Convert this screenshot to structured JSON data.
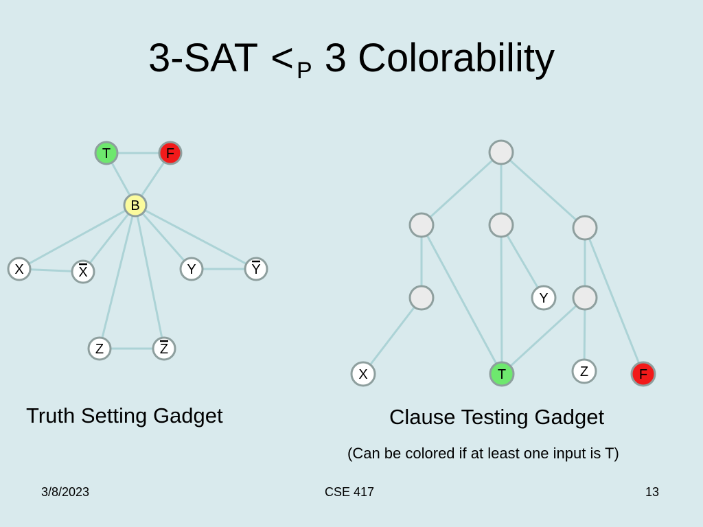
{
  "slide": {
    "title": {
      "main": "3-SAT",
      "lt": "<",
      "sub": "P",
      "rest": "3 Colorability"
    },
    "left_caption": "Truth Setting Gadget",
    "right_caption": "Clause Testing Gadget",
    "right_note": "(Can be colored if at least one input is T)",
    "footer": {
      "date": "3/8/2023",
      "course": "CSE 417",
      "page": "13"
    }
  },
  "colors": {
    "true": "#6ee86e",
    "false": "#f21a1a",
    "base": "#fbfb9e",
    "blank": "#ebebeb",
    "white": "#ffffff",
    "edge": "#acd3d6"
  },
  "truth_gadget": {
    "nodes": [
      {
        "id": "T",
        "label": "T",
        "bar": false,
        "color": "true"
      },
      {
        "id": "F",
        "label": "F",
        "bar": false,
        "color": "false"
      },
      {
        "id": "B",
        "label": "B",
        "bar": false,
        "color": "base"
      },
      {
        "id": "X",
        "label": "X",
        "bar": false,
        "color": "white"
      },
      {
        "id": "Xn",
        "label": "X",
        "bar": true,
        "color": "white"
      },
      {
        "id": "Y",
        "label": "Y",
        "bar": false,
        "color": "white"
      },
      {
        "id": "Yn",
        "label": "Y",
        "bar": true,
        "color": "white"
      },
      {
        "id": "Z",
        "label": "Z",
        "bar": false,
        "color": "white"
      },
      {
        "id": "Zn",
        "label": "Z",
        "bar": true,
        "color": "white"
      }
    ],
    "edges": [
      [
        "T",
        "F"
      ],
      [
        "T",
        "B"
      ],
      [
        "F",
        "B"
      ],
      [
        "B",
        "X"
      ],
      [
        "B",
        "Xn"
      ],
      [
        "X",
        "Xn"
      ],
      [
        "B",
        "Y"
      ],
      [
        "B",
        "Yn"
      ],
      [
        "Y",
        "Yn"
      ],
      [
        "B",
        "Z"
      ],
      [
        "B",
        "Zn"
      ],
      [
        "Z",
        "Zn"
      ]
    ]
  },
  "clause_gadget": {
    "nodes": [
      {
        "id": "top",
        "label": "",
        "bar": false,
        "color": "blank"
      },
      {
        "id": "m1",
        "label": "",
        "bar": false,
        "color": "blank"
      },
      {
        "id": "m2",
        "label": "",
        "bar": false,
        "color": "blank"
      },
      {
        "id": "m3",
        "label": "",
        "bar": false,
        "color": "blank"
      },
      {
        "id": "l1",
        "label": "",
        "bar": false,
        "color": "blank"
      },
      {
        "id": "l3",
        "label": "",
        "bar": false,
        "color": "blank"
      },
      {
        "id": "Y",
        "label": "Y",
        "bar": false,
        "color": "white"
      },
      {
        "id": "X",
        "label": "X",
        "bar": false,
        "color": "white"
      },
      {
        "id": "T",
        "label": "T",
        "bar": false,
        "color": "true"
      },
      {
        "id": "Z",
        "label": "Z",
        "bar": false,
        "color": "white"
      },
      {
        "id": "F",
        "label": "F",
        "bar": false,
        "color": "false"
      }
    ],
    "edges": [
      [
        "top",
        "m1"
      ],
      [
        "top",
        "m2"
      ],
      [
        "top",
        "m3"
      ],
      [
        "m1",
        "l1"
      ],
      [
        "m1",
        "T"
      ],
      [
        "m2",
        "T"
      ],
      [
        "m2",
        "Y"
      ],
      [
        "m3",
        "l3"
      ],
      [
        "m3",
        "F"
      ],
      [
        "l1",
        "X"
      ],
      [
        "l3",
        "T"
      ],
      [
        "l3",
        "Z"
      ]
    ]
  }
}
